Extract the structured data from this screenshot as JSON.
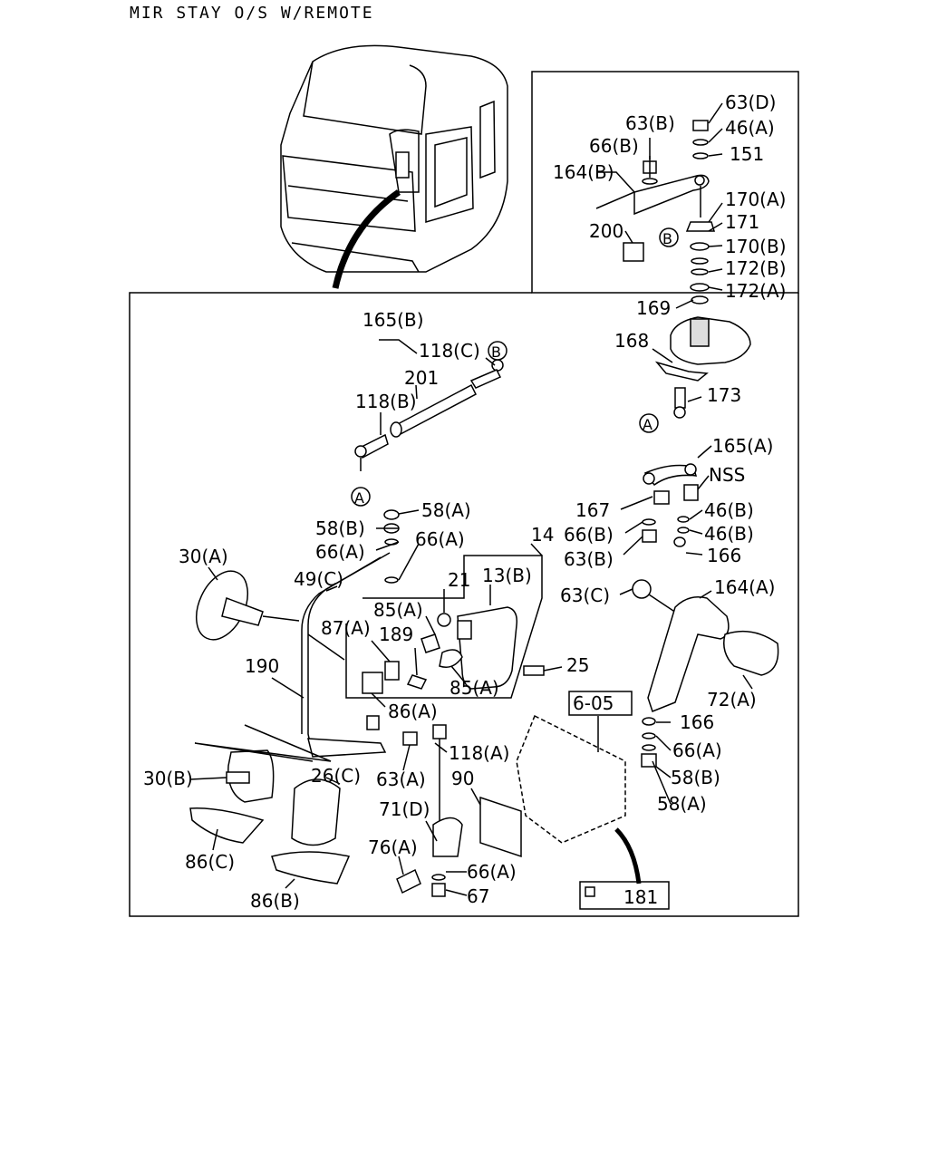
{
  "title": "MIR STAY O/S W/REMOTE",
  "markers": {
    "a": "A",
    "b": "B"
  },
  "callouts": {
    "c63d": "63(D)",
    "c46a": "46(A)",
    "c63b_top": "63(B)",
    "c151": "151",
    "c66b_top": "66(B)",
    "c164b": "164(B)",
    "c170a": "170(A)",
    "c171": "171",
    "c200": "200",
    "c170b": "170(B)",
    "c172b": "172(B)",
    "c172a": "172(A)",
    "c169": "169",
    "c165b": "165(B)",
    "c118c": "118(C)",
    "c168": "168",
    "c201": "201",
    "c118b": "118(B)",
    "c173": "173",
    "c165a": "165(A)",
    "cnss": "NSS",
    "c58a_l": "58(A)",
    "c58b_l": "58(B)",
    "c167": "167",
    "c46b_1": "46(B)",
    "c46b_2": "46(B)",
    "c66a_l": "66(A)",
    "c66a_m": "66(A)",
    "c14": "14",
    "c66b_mid": "66(B)",
    "c30a": "30(A)",
    "c49c": "49(C)",
    "c63b_mid": "63(B)",
    "c166_r": "166",
    "c21": "21",
    "c13b": "13(B)",
    "c63c": "63(C)",
    "c164a": "164(A)",
    "c85a_1": "85(A)",
    "c87a": "87(A)",
    "c189": "189",
    "c25": "25",
    "c190": "190",
    "c85a_2": "85(A)",
    "c72a": "72(A)",
    "c86a": "86(A)",
    "c605": "6-05",
    "c166_low": "166",
    "c118a": "118(A)",
    "c66a_low": "66(A)",
    "c30b": "30(B)",
    "c26c": "26(C)",
    "c63a": "63(A)",
    "c90": "90",
    "c58b_low": "58(B)",
    "c58a_low": "58(A)",
    "c71d": "71(D)",
    "c86c": "86(C)",
    "c76a": "76(A)",
    "c66a_bot": "66(A)",
    "c67": "67",
    "c86b": "86(B)",
    "c181": "181"
  }
}
